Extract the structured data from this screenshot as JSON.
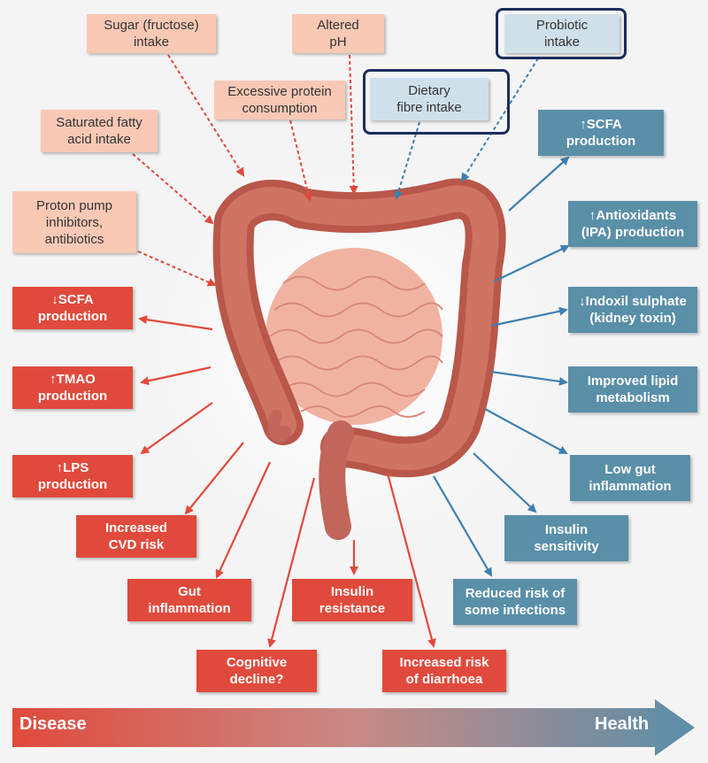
{
  "boxes": {
    "sugar": "Sugar (fructose)\nintake",
    "ph": "Altered\npH",
    "probiotic": "Probiotic\nintake",
    "protein": "Excessive protein\nconsumption",
    "fibre": "Dietary\nfibre intake",
    "sat_fat": "Saturated fatty\nacid intake",
    "ppi": "Proton pump\ninhibitors,\nantibiotics",
    "scfa_down": "↓SCFA\nproduction",
    "tmao": "↑TMAO\nproduction",
    "lps": "↑LPS\nproduction",
    "cvd": "Increased\nCVD risk",
    "gut_inflam": "Gut\ninflammation",
    "insulin_res": "Insulin\nresistance",
    "cognitive": "Cognitive\ndecline?",
    "diarrhoea": "Increased risk\nof diarrhoea",
    "scfa_up": "↑SCFA\nproduction",
    "antiox": "↑Antioxidants\n(IPA) production",
    "indoxil": "↓Indoxil sulphate\n(kidney toxin)",
    "lipid": "Improved lipid\nmetabolism",
    "low_gut": "Low gut\ninflammation",
    "insulin_sens": "Insulin\nsensitivity",
    "infections": "Reduced risk of\nsome infections"
  },
  "scale": {
    "left": "Disease",
    "right": "Health"
  },
  "colors": {
    "peach": "#f9c9b6",
    "red": "#e04a3c",
    "blue": "#5a8fa8",
    "light_blue": "#cfe0ea",
    "highlight": "#1b2d5c"
  }
}
